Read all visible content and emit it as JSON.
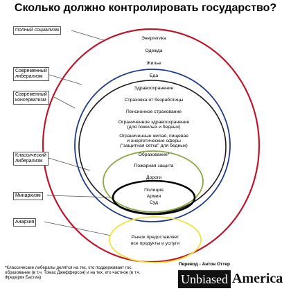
{
  "title": "Сколько должно контролировать государство?",
  "labels": {
    "full_socialism": "Полный социализм",
    "modern_liberalism": [
      "Современный",
      "либерализм"
    ],
    "modern_conservatism": [
      "Современный",
      "консерватизм"
    ],
    "classical_liberalism": [
      "Классический",
      "либерализм"
    ],
    "minarchism": "Минархизм",
    "anarchy": "Анархия"
  },
  "functions": {
    "energy": "Энергетика",
    "clothing": "Одежда",
    "housing": "Жилье",
    "food": "Еда",
    "healthcare": "Здравоохранение",
    "unemployment": "Страховка от безработицы",
    "pension": "Пенсионное страхование",
    "limited_health": [
      "Ограниченное здравоохранение",
      "(для пожилых и бедных)"
    ],
    "limited_housing": [
      "Ограниченные жилая, пищевая",
      "и энергетические сферы",
      "(\"защитная сетка\" для бедных)"
    ],
    "education": "Образование*",
    "fire": "Пожарная защита",
    "roads": "Дороги",
    "police": "Полиция",
    "army": "Армия",
    "courts": "Суд",
    "market": [
      "Рынок предоставляет",
      "все продукты и услуги"
    ]
  },
  "footnote": "*Классические либералы делятся на тех, кто поддерживает гос. образование (в т.ч. Томас Джефферсон) и на тех, кто частное (в т.ч. Фредерик Бастиа)",
  "credit": "Перевод - Антон Оттер",
  "logo": {
    "part1": "Unbiased",
    "part2": "America"
  },
  "colors": {
    "full_socialism": "#c0142a",
    "modern_liberalism": "#1f3a8a",
    "modern_conservatism": "#1a1a1a",
    "classical_liberalism": "#8aa843",
    "minarchism": "#000000",
    "anarchy": "#f2e23a"
  }
}
